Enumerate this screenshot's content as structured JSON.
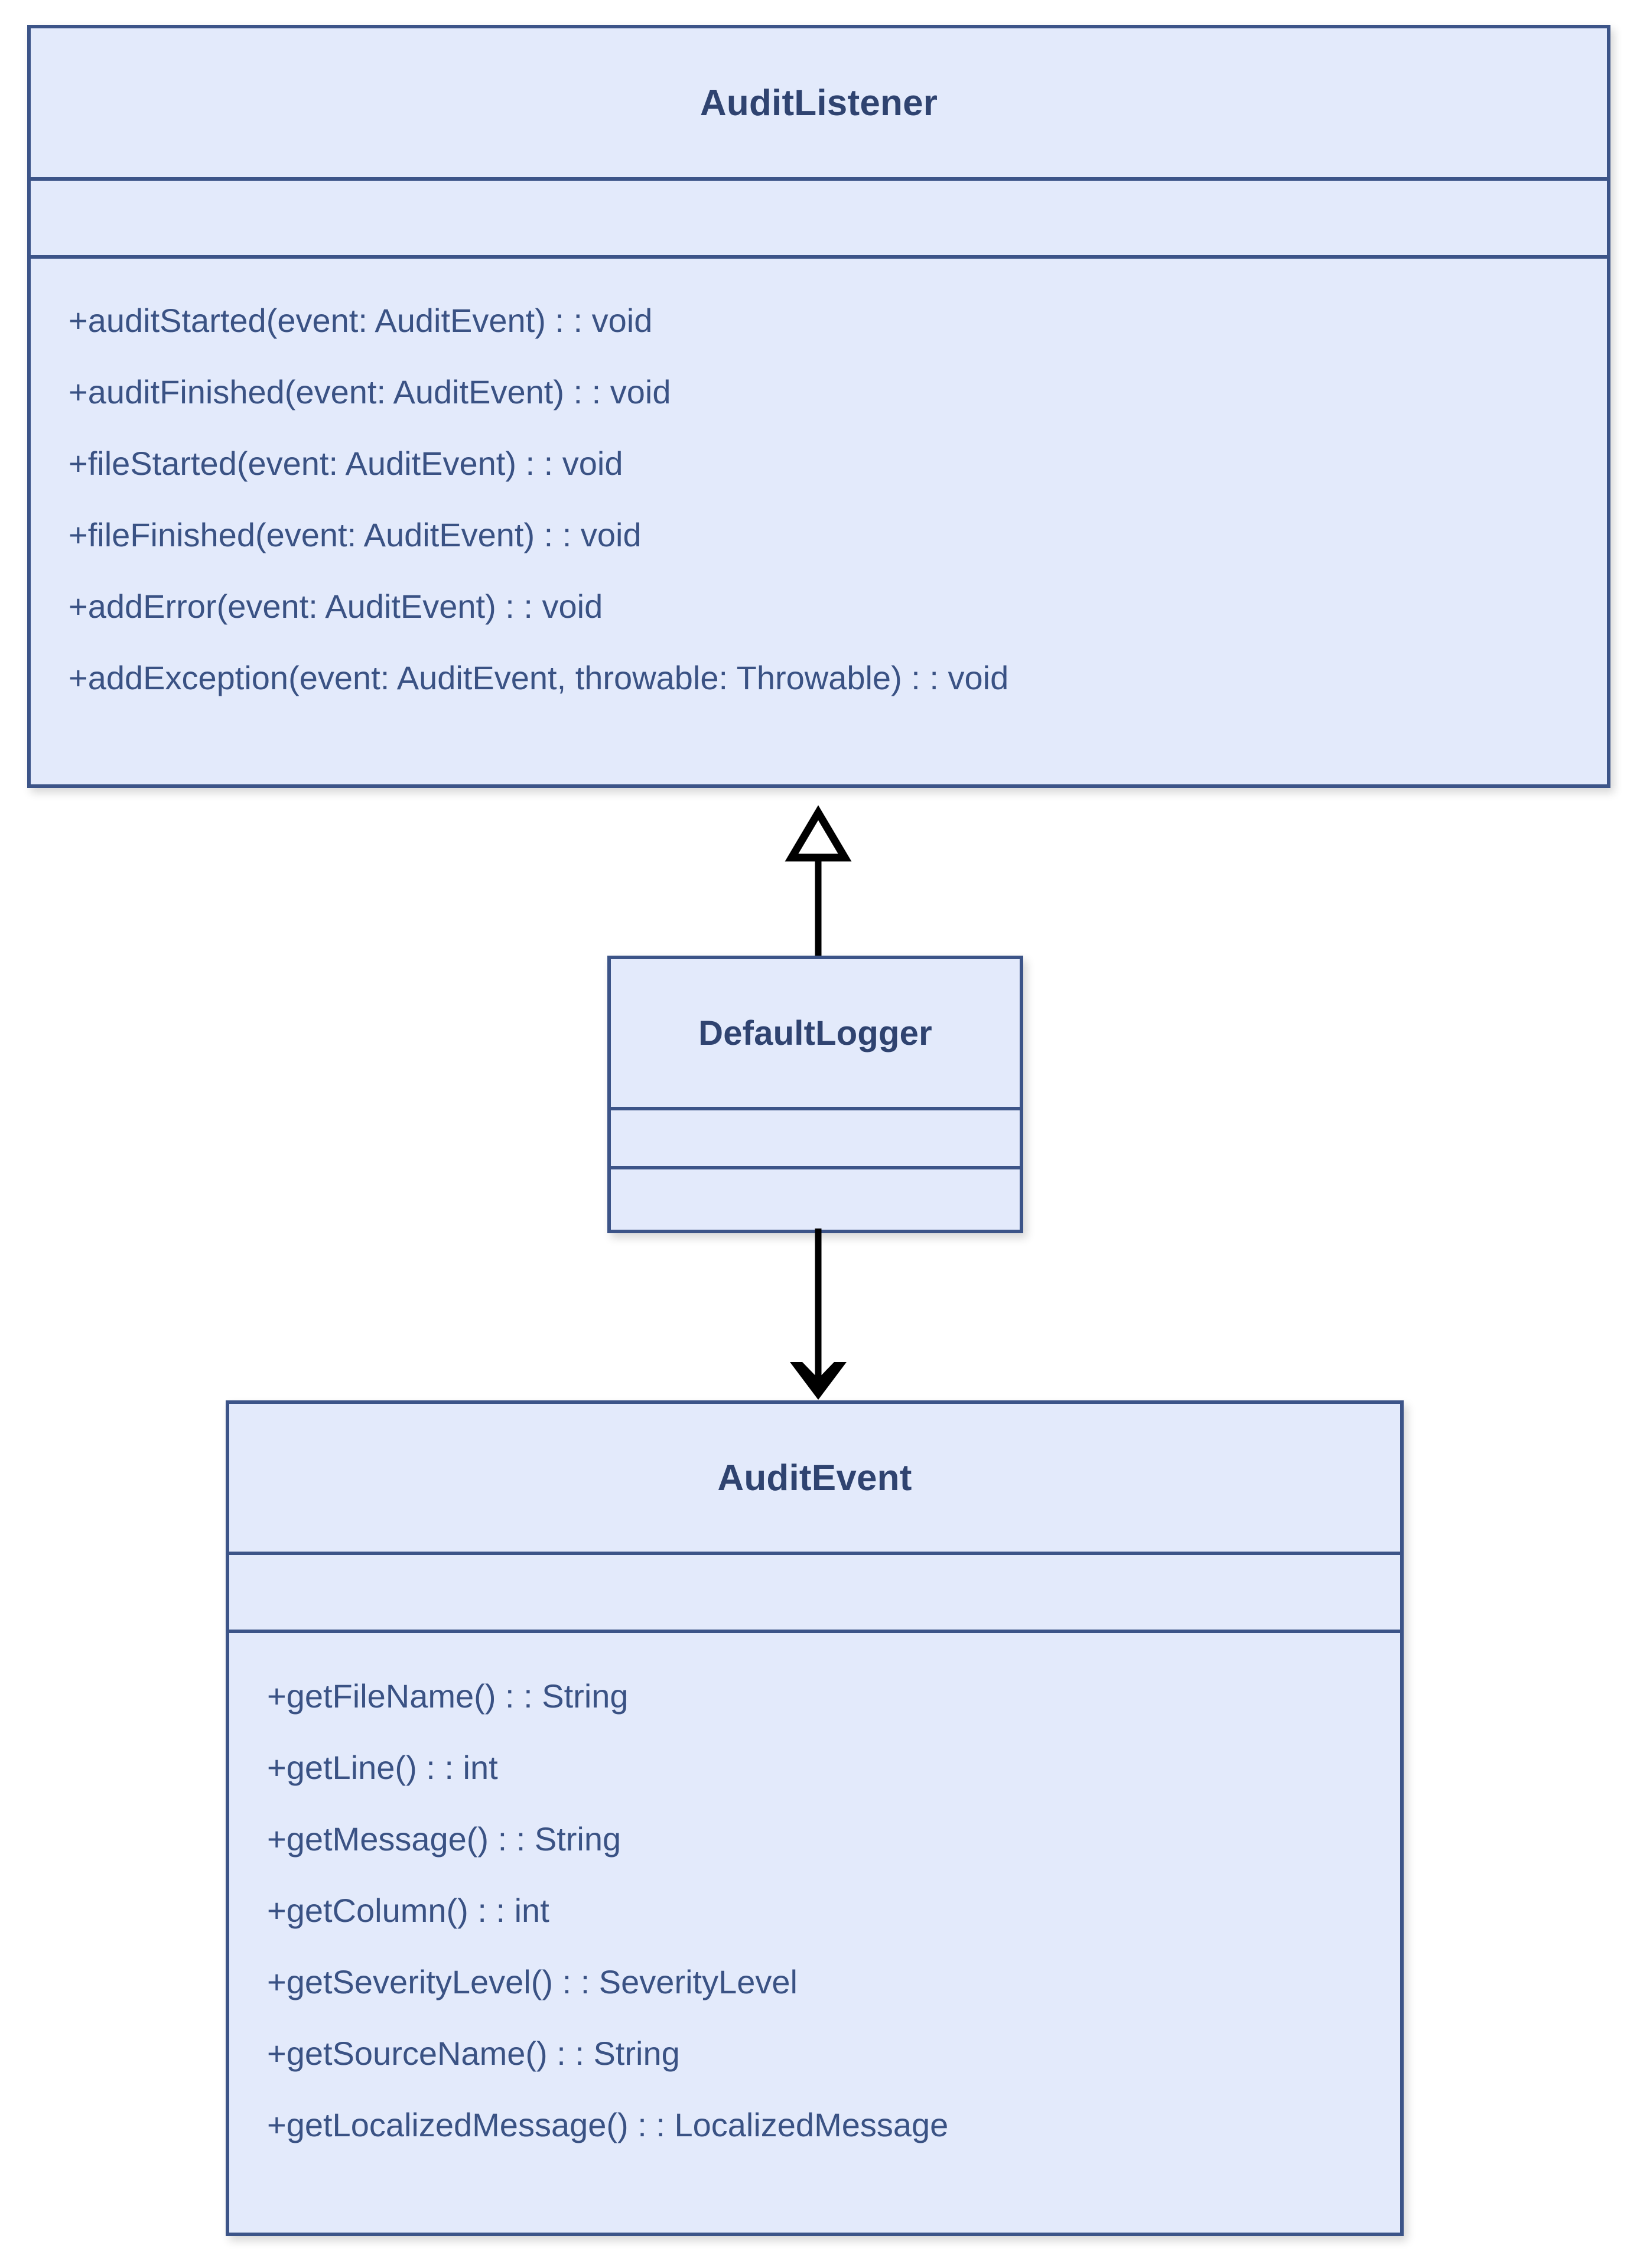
{
  "diagram": {
    "type": "uml-class-diagram",
    "background_color": "#ffffff",
    "box_fill_color": "#e3eafb",
    "box_border_color": "#3c5488",
    "class_name_color": "#2f4370",
    "member_text_color": "#3a5284",
    "connector_color": "#000000"
  },
  "classes": [
    {
      "id": "auditlistener",
      "name": "AuditListener",
      "attributes": [],
      "operations": [
        "+auditStarted(event: AuditEvent) : : void",
        "+auditFinished(event: AuditEvent) : : void",
        "+fileStarted(event: AuditEvent) : : void",
        "+fileFinished(event: AuditEvent) : : void",
        "+addError(event: AuditEvent) : : void",
        "+addException(event: AuditEvent, throwable: Throwable) : : void"
      ]
    },
    {
      "id": "defaultlogger",
      "name": "DefaultLogger",
      "attributes": [],
      "operations": []
    },
    {
      "id": "auditevent",
      "name": "AuditEvent",
      "attributes": [],
      "operations": [
        "+getFileName() : : String",
        "+getLine() : : int",
        "+getMessage() : : String",
        "+getColumn() : : int",
        "+getSeverityLevel() : : SeverityLevel",
        "+getSourceName() : : String",
        "+getLocalizedMessage() : : LocalizedMessage"
      ]
    }
  ],
  "connectors": [
    {
      "id": "generalization",
      "kind": "generalization",
      "arrowhead": "hollow-triangle",
      "direction": "up",
      "from": "DefaultLogger",
      "to": "AuditListener"
    },
    {
      "id": "dependency",
      "kind": "association",
      "arrowhead": "solid-open-arrow",
      "direction": "down",
      "from": "DefaultLogger",
      "to": "AuditEvent"
    }
  ]
}
